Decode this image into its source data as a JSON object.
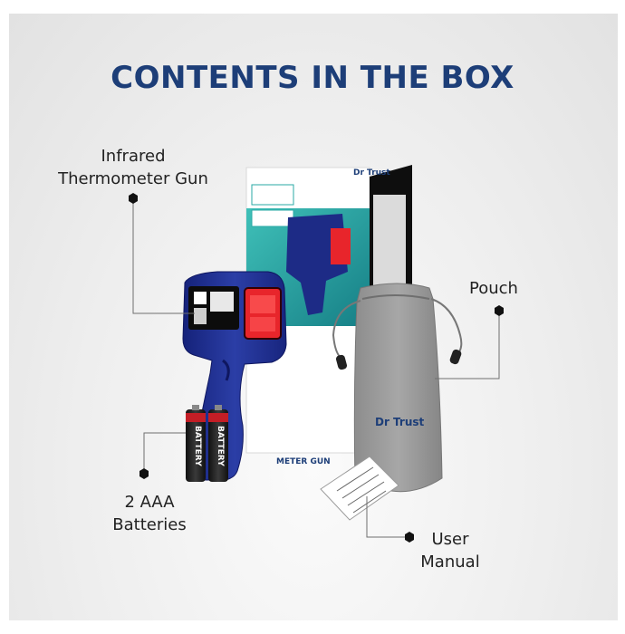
{
  "title": "CONTENTS IN THE BOX",
  "labels": {
    "gun_line1": "Infrared",
    "gun_line2": "Thermometer Gun",
    "pouch": "Pouch",
    "batteries_line1": "2 AAA",
    "batteries_line2": "Batteries",
    "manual_line1": "User",
    "manual_line2": "Manual"
  },
  "product_text": {
    "brand": "Dr Trust",
    "battery": "BATTERY",
    "box_line": "METER GUN"
  },
  "colors": {
    "title": "#1d3e78",
    "gun_body": "#1f2f8a",
    "display": "#e8252b",
    "pouch": "#9a9a9a",
    "box_teal": "#2aaaa6"
  }
}
